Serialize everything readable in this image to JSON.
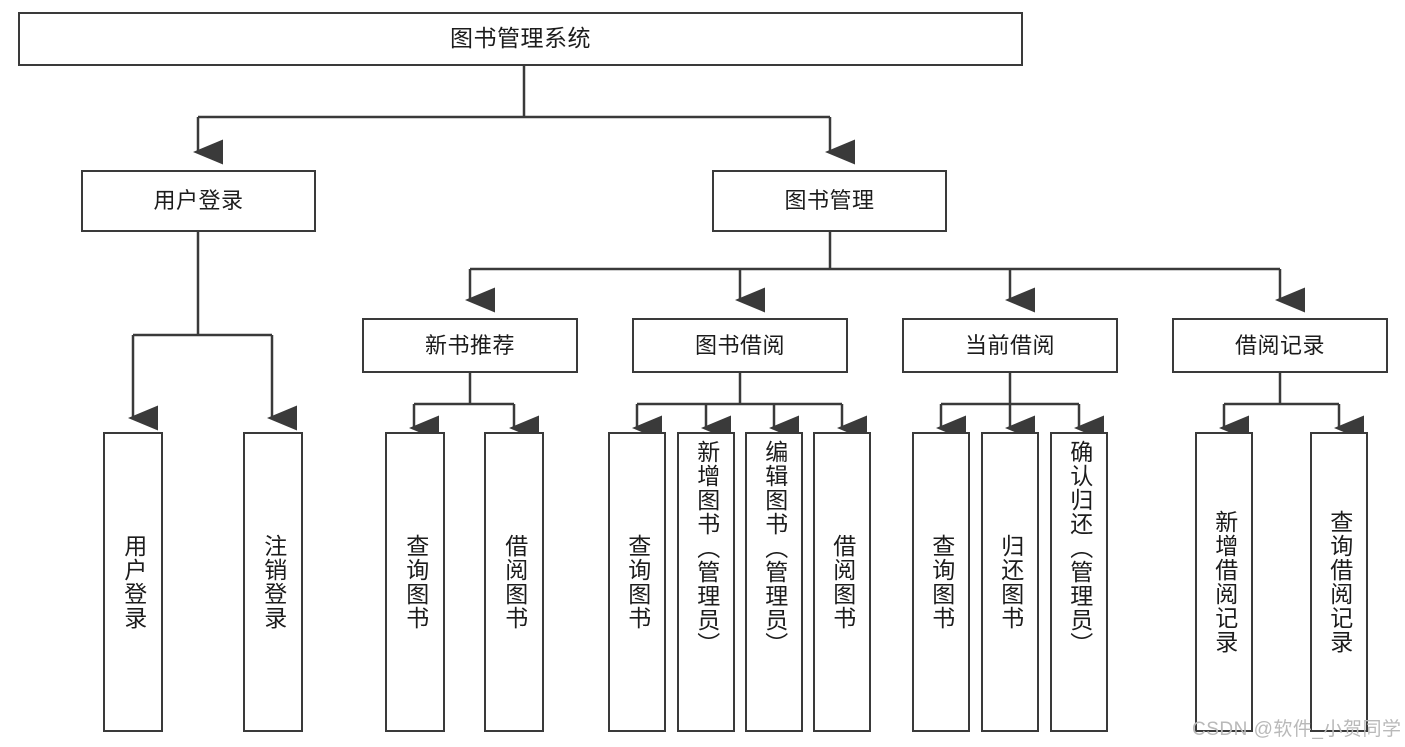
{
  "diagram": {
    "type": "tree",
    "title": "图书管理系统",
    "root": {
      "label": "图书管理系统"
    },
    "level2": [
      {
        "label": "用户登录"
      },
      {
        "label": "图书管理"
      }
    ],
    "level3": [
      {
        "label": "新书推荐"
      },
      {
        "label": "图书借阅"
      },
      {
        "label": "当前借阅"
      },
      {
        "label": "借阅记录"
      }
    ],
    "leaves": {
      "user_login": [
        {
          "label": "用户登录"
        },
        {
          "label": "注销登录"
        }
      ],
      "new_book_recommend": [
        {
          "label": "查询图书"
        },
        {
          "label": "借阅图书"
        }
      ],
      "book_borrow": [
        {
          "label": "查询图书"
        },
        {
          "label": "新增图书（管理员）"
        },
        {
          "label": "编辑图书（管理员）"
        },
        {
          "label": "借阅图书"
        }
      ],
      "current_borrow": [
        {
          "label": "查询图书"
        },
        {
          "label": "归还图书"
        },
        {
          "label": "确认归还（管理员）"
        }
      ],
      "borrow_record": [
        {
          "label": "新增借阅记录"
        },
        {
          "label": "查询借阅记录"
        }
      ]
    }
  },
  "watermark": {
    "text": "CSDN @软件_小贺同学"
  },
  "colors": {
    "stroke": "#3a3a3a",
    "box_fill": "#ffffff",
    "text": "#1c1c1c",
    "watermark": "#b9b9b9",
    "background": "#ffffff"
  }
}
